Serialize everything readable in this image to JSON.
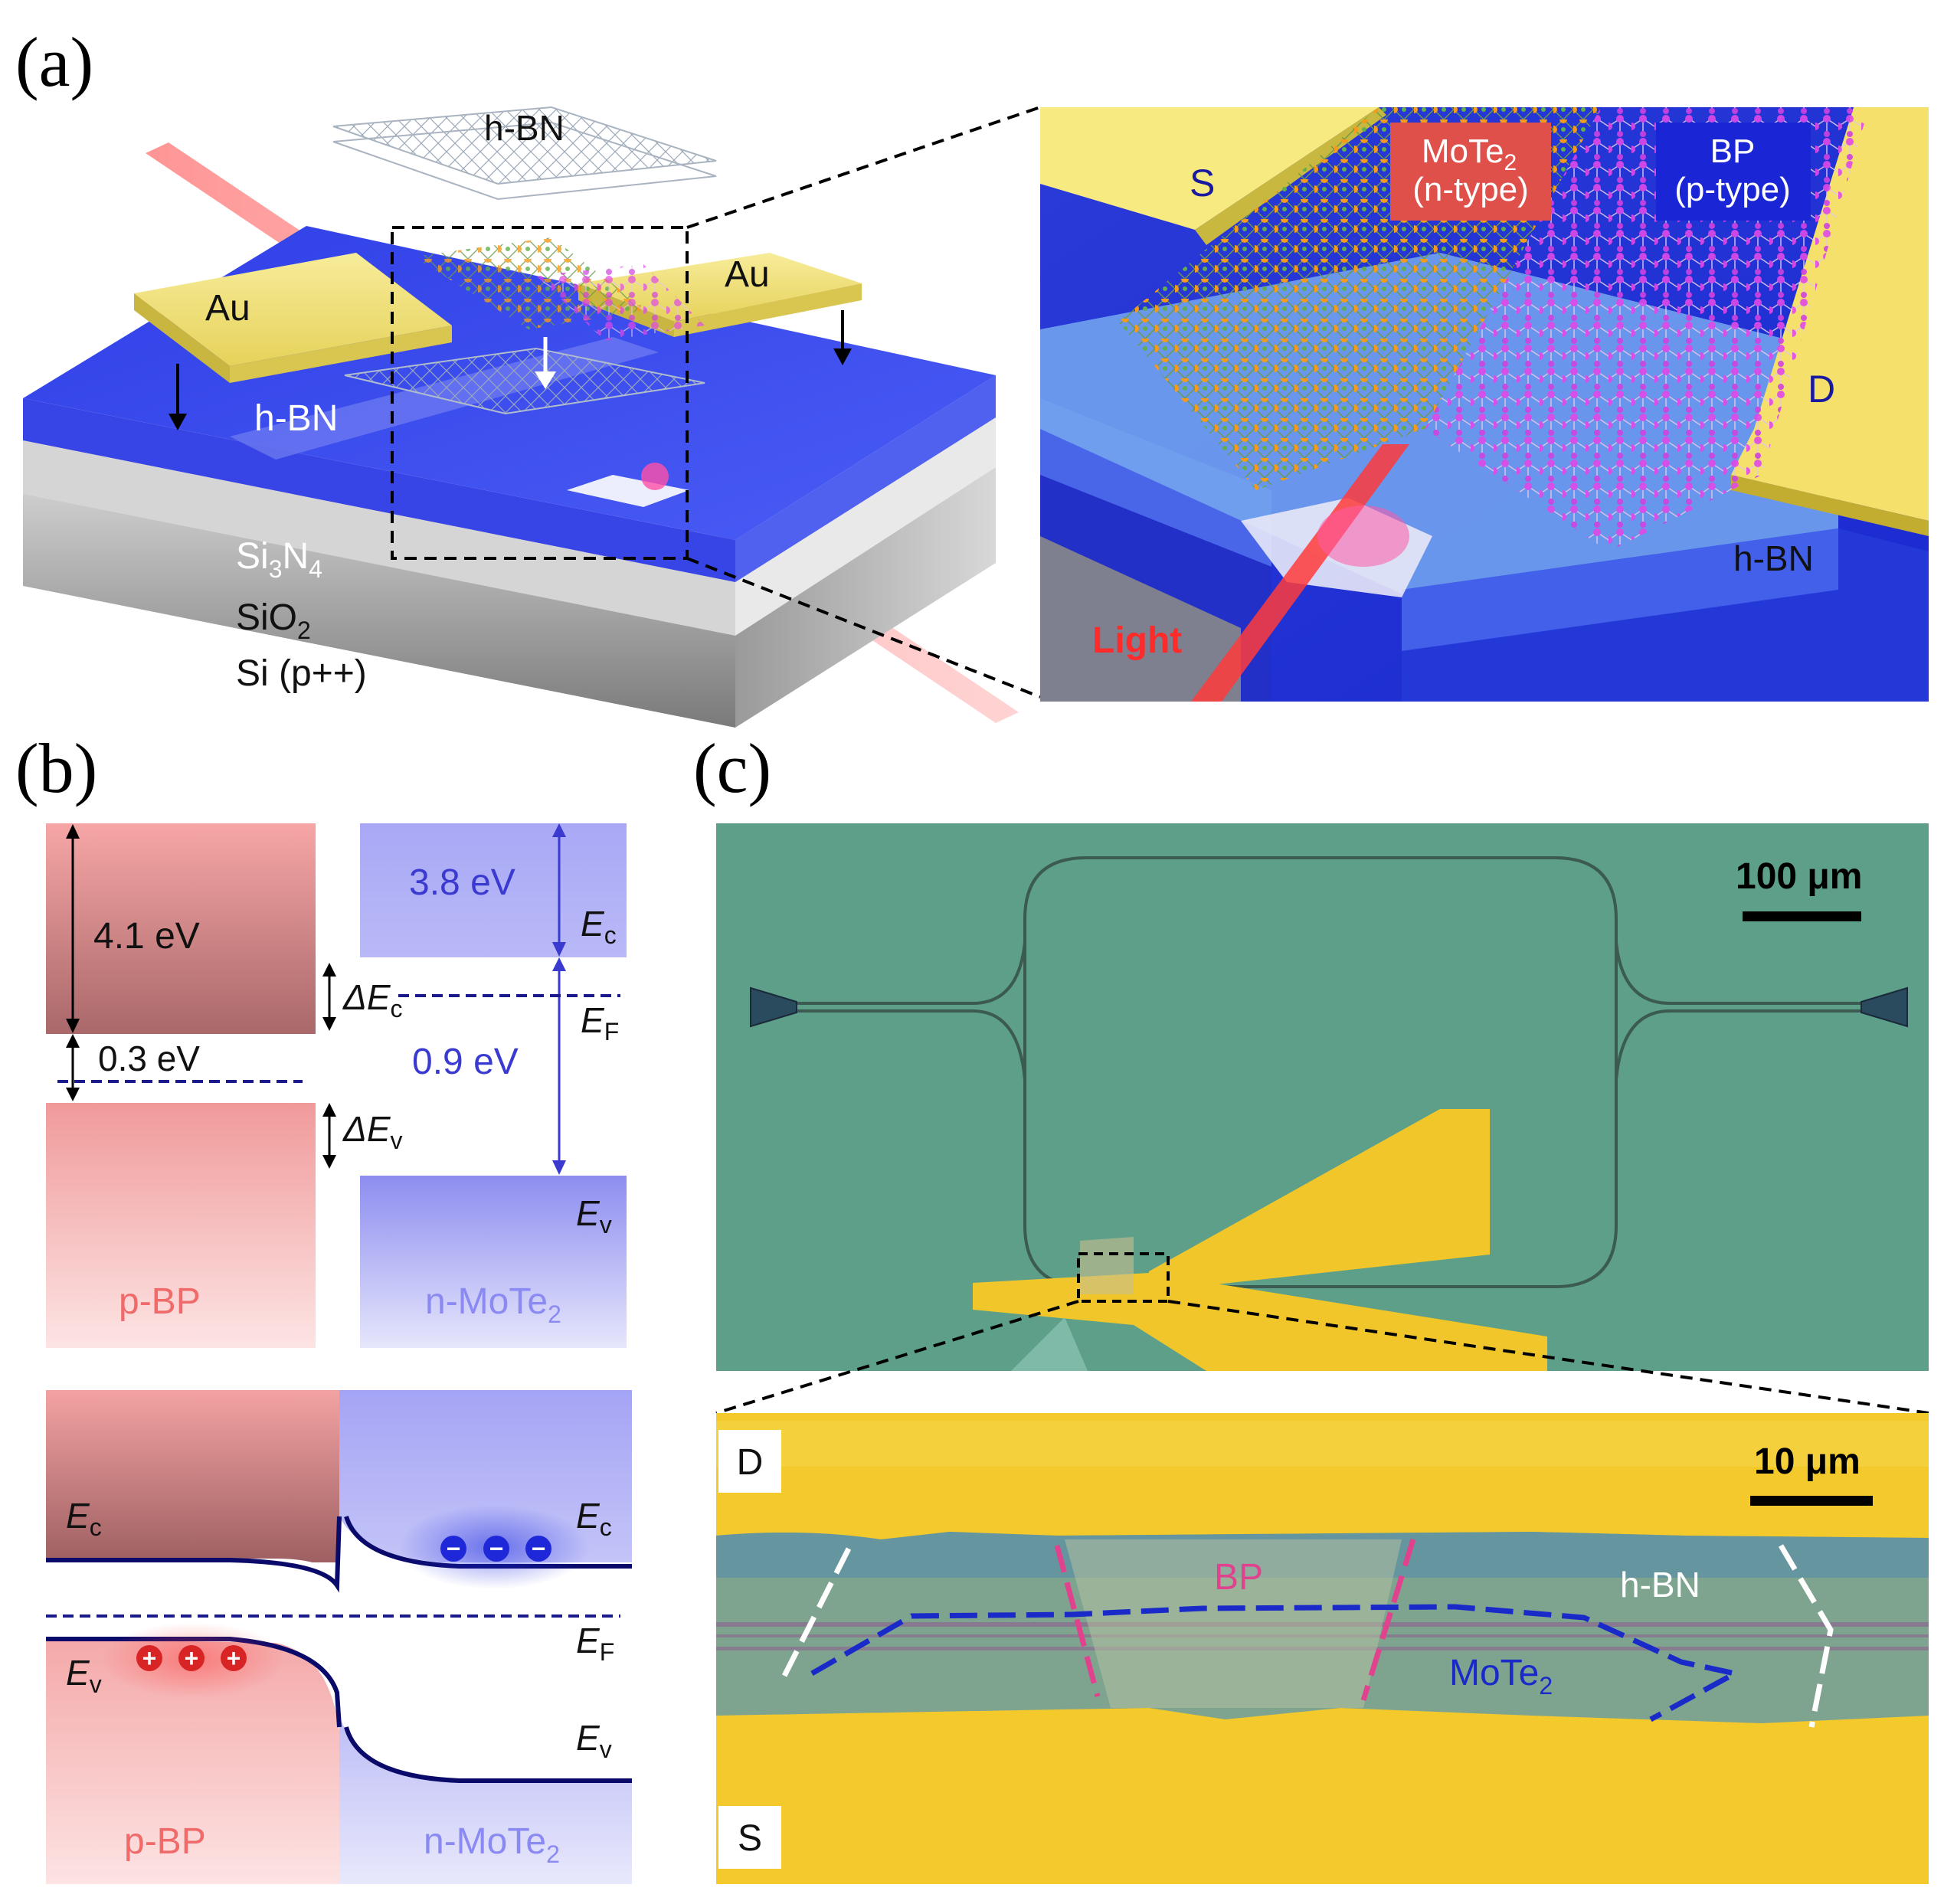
{
  "panels": {
    "a": {
      "label": "(a)"
    },
    "b": {
      "label": "(b)"
    },
    "c": {
      "label": "(c)"
    }
  },
  "device": {
    "top_hbn": "h-BN",
    "au_left": "Au",
    "au_right": "Au",
    "hbn": "h-BN",
    "si3n4_base": "Si",
    "si3n4_sub1": "3",
    "si3n4_mid": "N",
    "si3n4_sub2": "4",
    "sio2_base": "SiO",
    "sio2_sub": "2",
    "si": "Si (p++)"
  },
  "zoom": {
    "s": "S",
    "d": "D",
    "mote2_base": "MoTe",
    "mote2_sub": "2",
    "mote2_type": "(n-type)",
    "bp": "BP",
    "bp_type": "(p-type)",
    "hbn": "h-BN",
    "light": "Light"
  },
  "band_before": {
    "bp_gap": "4.1 eV",
    "bp_offset": "0.3 eV",
    "mote_affinity": "3.8 eV",
    "mote_gap": "0.9 eV",
    "delta": "ΔE",
    "sub_c": "c",
    "sub_v": "v",
    "sub_f": "F",
    "e": "E",
    "p_bp": "p-BP",
    "n_mote_base": "n-MoTe",
    "n_mote_sub": "2"
  },
  "band_after": {
    "e": "E",
    "sub_c": "c",
    "sub_v": "v",
    "sub_f": "F",
    "p_bp": "p-BP",
    "n_mote_base": "n-MoTe",
    "n_mote_sub": "2",
    "minus": "−",
    "plus": "+"
  },
  "micrograph": {
    "scale_top": "100 μm",
    "scale_bottom": "10 μm",
    "d": "D",
    "s": "S",
    "bp": "BP",
    "hbn": "h-BN",
    "mote2_base": "MoTe",
    "mote2_sub": "2"
  },
  "colors": {
    "hbn_blue": "#3b4df0",
    "gold": "#f2e27a",
    "bp_red": "#c97f7f",
    "mote_blue": "#8c8cf0",
    "micrograph_green": "#5fa08a",
    "gold_pad": "#f1c62b"
  }
}
